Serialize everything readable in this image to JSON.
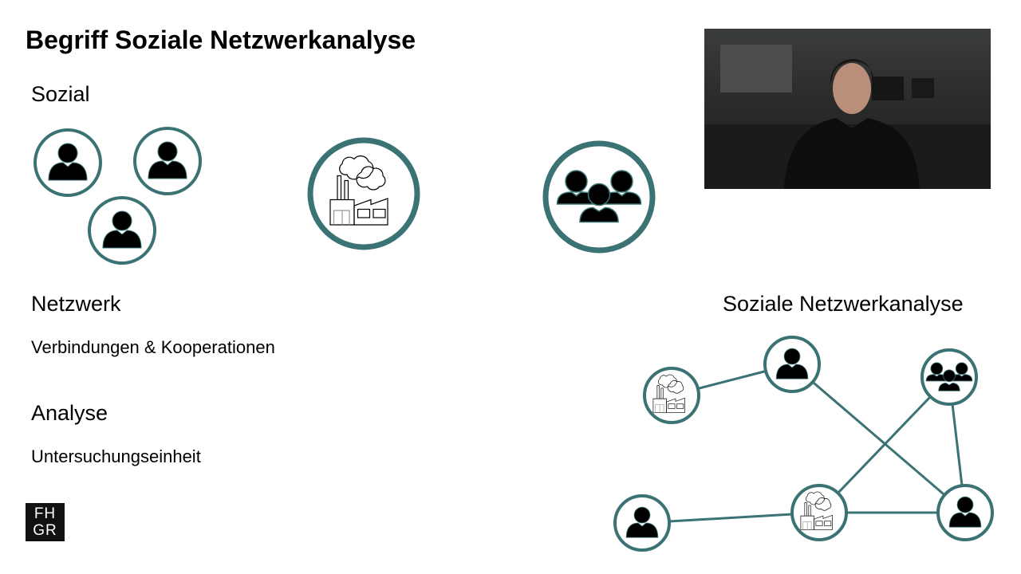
{
  "slide": {
    "title": "Begriff Soziale Netzwerkanalyse",
    "sections": {
      "sozial": "Sozial",
      "netzwerk": "Netzwerk",
      "netzwerk_detail": "Verbindungen & Kooperationen",
      "analyse": "Analyse",
      "analyse_detail": "Untersuchungseinheit",
      "diagram_title": "Soziale Netzwerkanalyse"
    },
    "logo": {
      "line1": "FH",
      "line2": "GR"
    },
    "accent_color": "#3b7273"
  },
  "video": {
    "description_icon": "presenter-video"
  }
}
